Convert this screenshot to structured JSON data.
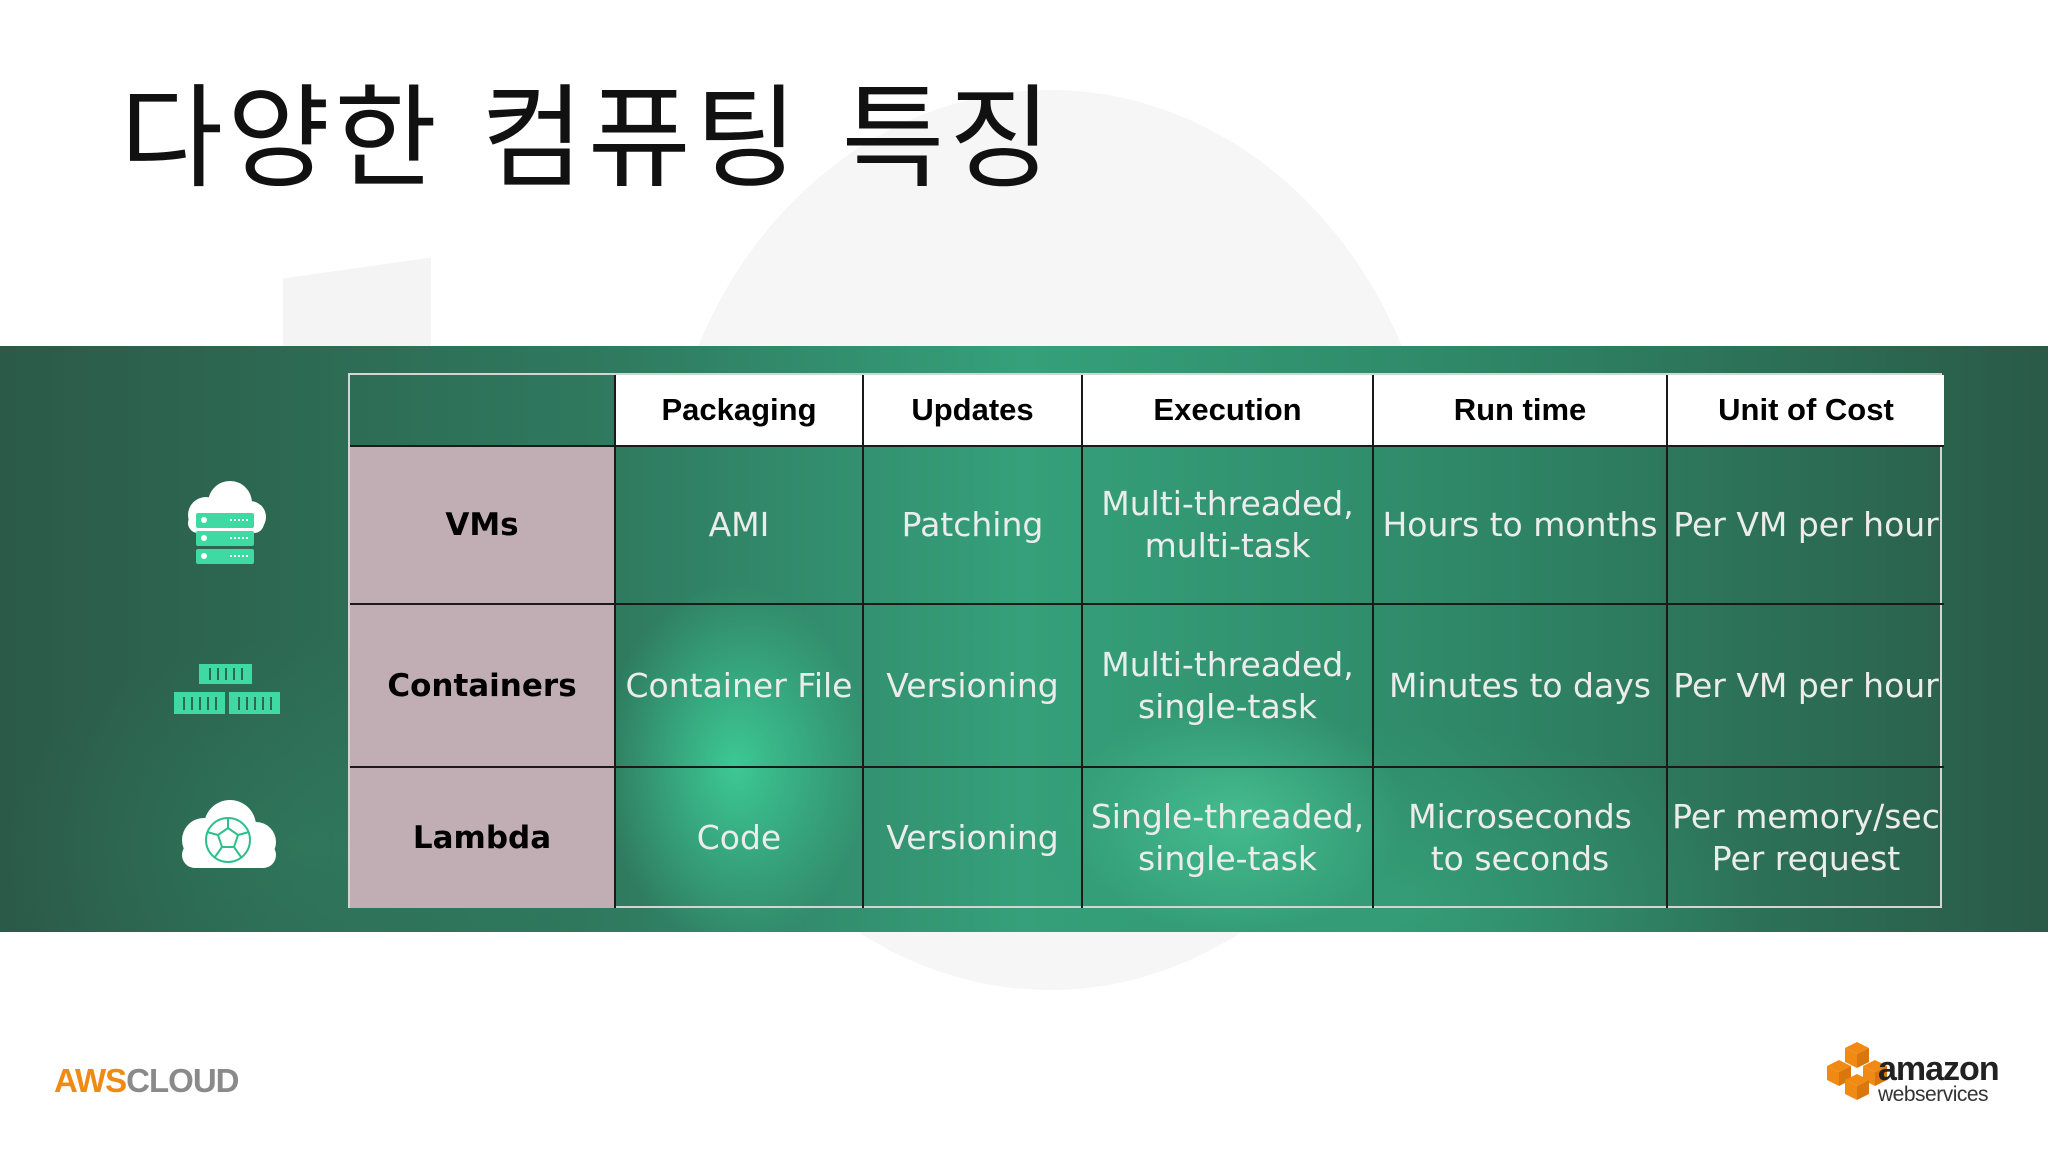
{
  "slide": {
    "title": "다양한 컴퓨팅 특징"
  },
  "table": {
    "headers": [
      "Packaging",
      "Updates",
      "Execution",
      "Run time",
      "Unit of Cost"
    ],
    "rows": [
      {
        "label": "VMs",
        "icon": "server-stack-cloud-icon",
        "cells": [
          "AMI",
          "Patching",
          "Multi-threaded,\nmulti-task",
          "Hours to months",
          "Per VM per hour"
        ]
      },
      {
        "label": "Containers",
        "icon": "containers-stack-icon",
        "cells": [
          "Container File",
          "Versioning",
          "Multi-threaded,\nsingle-task",
          "Minutes to days",
          "Per VM per hour"
        ]
      },
      {
        "label": "Lambda",
        "icon": "lambda-cloud-icon",
        "cells": [
          "Code",
          "Versioning",
          "Single-threaded,\nsingle-task",
          "Microseconds\nto seconds",
          "Per memory/sec\nPer request"
        ]
      }
    ]
  },
  "footer": {
    "aws": "AWS",
    "cloud": "CLOUD",
    "amazon": "amazon",
    "webservices": "webservices"
  },
  "colors": {
    "accent_green": "#3fd9a3",
    "row_header": "#c0aeb4",
    "aws_orange": "#f08a12"
  }
}
